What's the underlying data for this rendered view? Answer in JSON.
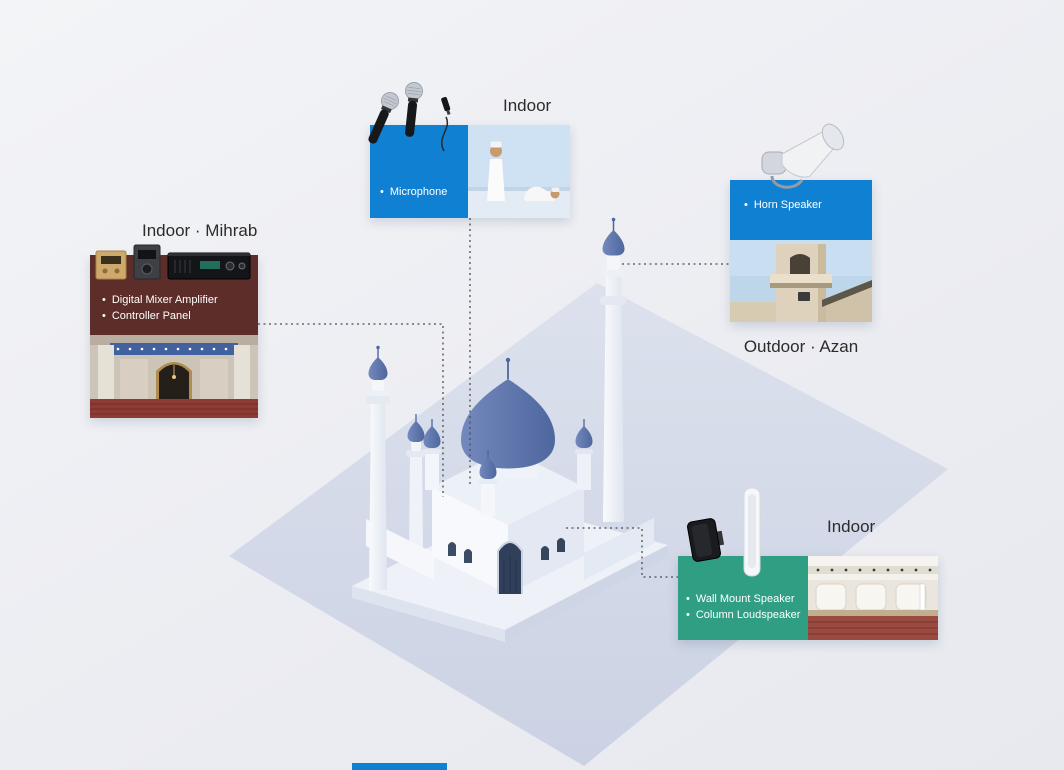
{
  "canvas": {
    "background": "#eef0f4"
  },
  "scene": {
    "ground_color": "#d3d9e7",
    "dome_color": "#5f7ab1",
    "building_color": "#f5f7fb",
    "connector_color": "#4d4d4d",
    "accent_strip_color": "#1080d2"
  },
  "callouts": {
    "microphone": {
      "title": "Indoor",
      "panel_color": "#0f80d2",
      "items": [
        "Microphone"
      ],
      "icon": "handheld-microphones-icon",
      "photo": "congregation-praying-photo"
    },
    "mihrab": {
      "title": "Indoor · Mihrab",
      "panel_color": "#5d2d29",
      "items": [
        "Digital Mixer Amplifier",
        "Controller Panel"
      ],
      "icon": "amplifier-and-controller-icon",
      "photo": "mihrab-interior-photo"
    },
    "horn": {
      "title": "Outdoor · Azan",
      "panel_color": "#0f80d2",
      "items": [
        "Horn Speaker"
      ],
      "icon": "horn-speaker-icon",
      "photo": "minaret-tower-photo"
    },
    "hall": {
      "title": "Indoor",
      "panel_color": "#2f9e82",
      "items": [
        "Wall Mount Speaker",
        "Column Loudspeaker"
      ],
      "icon": "wall-and-column-speaker-icon",
      "photo": "prayer-hall-photo"
    }
  }
}
